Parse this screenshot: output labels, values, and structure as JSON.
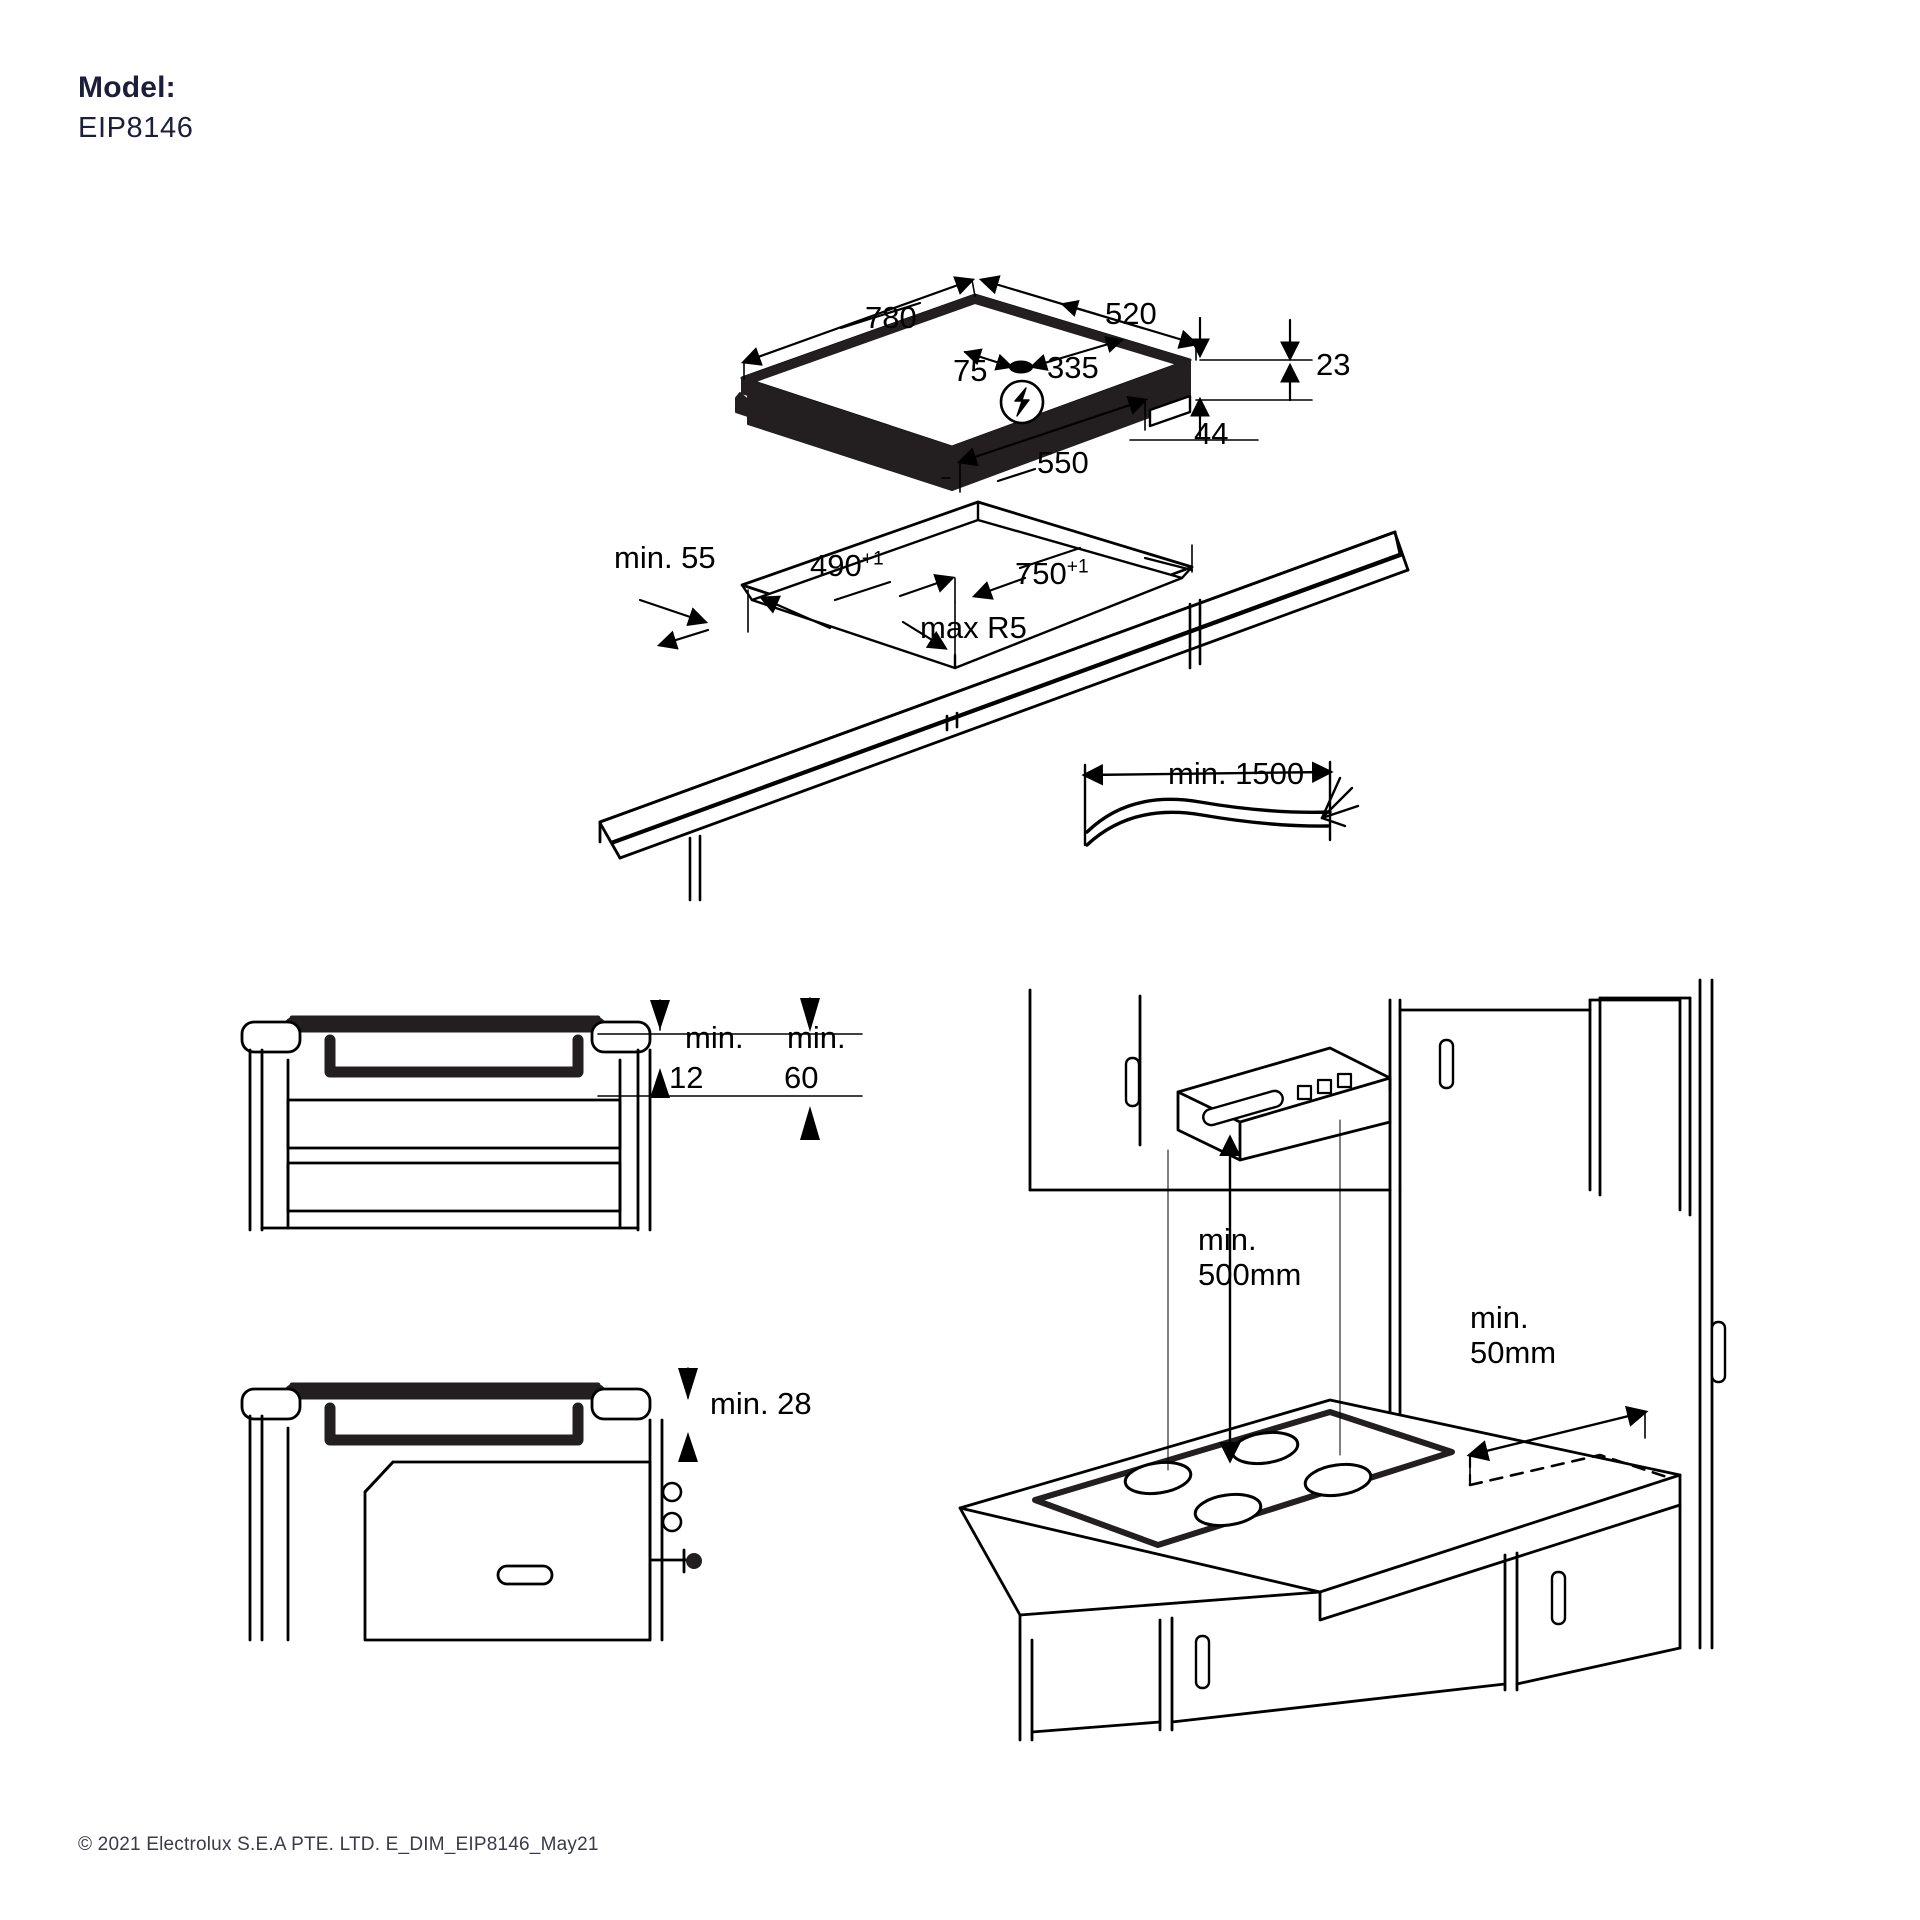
{
  "header": {
    "model_label": "Model:",
    "model_value": "EIP8146"
  },
  "footer": {
    "copyright": "© 2021 Electrolux S.E.A PTE. LTD. E_DIM_EIP8146_May21"
  },
  "colors": {
    "line": "#000000",
    "fill_dark": "#231f20",
    "brand_text": "#1b1f3b",
    "footer_text": "#3a3a4a",
    "paper": "#ffffff"
  },
  "diagram": {
    "title": "Induction hob installation dimension drawing",
    "views": [
      {
        "name": "hob-product-view",
        "label": "Hob body with outer dimensions"
      },
      {
        "name": "worktop-cutout-view",
        "label": "Worktop cut-out dimensions"
      },
      {
        "name": "mains-cable-view",
        "label": "Mains cable length"
      },
      {
        "name": "drawer-clearance-view",
        "label": "Hob above drawers clearance"
      },
      {
        "name": "oven-clearance-view",
        "label": "Hob above oven clearance"
      },
      {
        "name": "kitchen-scene-view",
        "label": "Hood and wall clearances in kitchen"
      }
    ],
    "dimensions": {
      "hob_width": "780",
      "hob_depth": "520",
      "connection_offset_left": "75",
      "connection_offset_right": "335",
      "hob_frame_height": "23",
      "hob_body_depth": "44",
      "hob_body_width": "550",
      "worktop_thickness_min": "min. 55",
      "cutout_depth": "490",
      "cutout_depth_tol": "+1",
      "cutout_width": "750",
      "cutout_width_tol": "+1",
      "corner_radius": "max R5",
      "cable_length": "min. 1500",
      "drawer_gap_min": "min.",
      "drawer_gap_min_value": "12",
      "drawer_depth_min": "min.",
      "drawer_depth_min_value": "60",
      "oven_gap_min": "min. 28",
      "hood_height_min_line1": "min.",
      "hood_height_min_line2": "500mm",
      "wall_clearance_min_line1": "min.",
      "wall_clearance_min_line2": "50mm"
    },
    "icons": [
      {
        "name": "electrical-connection-icon",
        "glyph": "lightning-bolt-in-circle"
      }
    ]
  }
}
